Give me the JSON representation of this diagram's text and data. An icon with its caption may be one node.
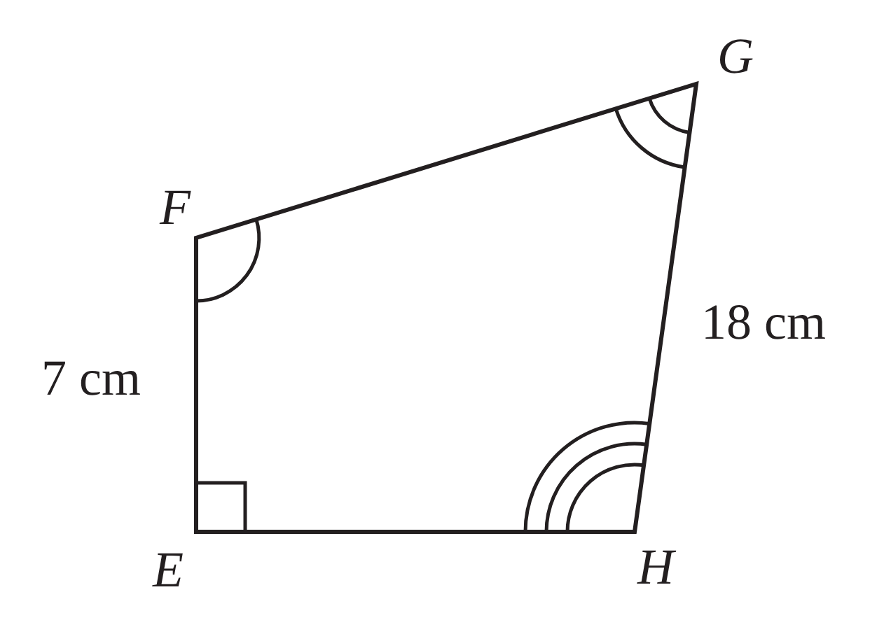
{
  "diagram": {
    "labels": [
      "G",
      "F",
      "18 cm",
      "7 cm",
      "E",
      "H"
    ]
  }
}
